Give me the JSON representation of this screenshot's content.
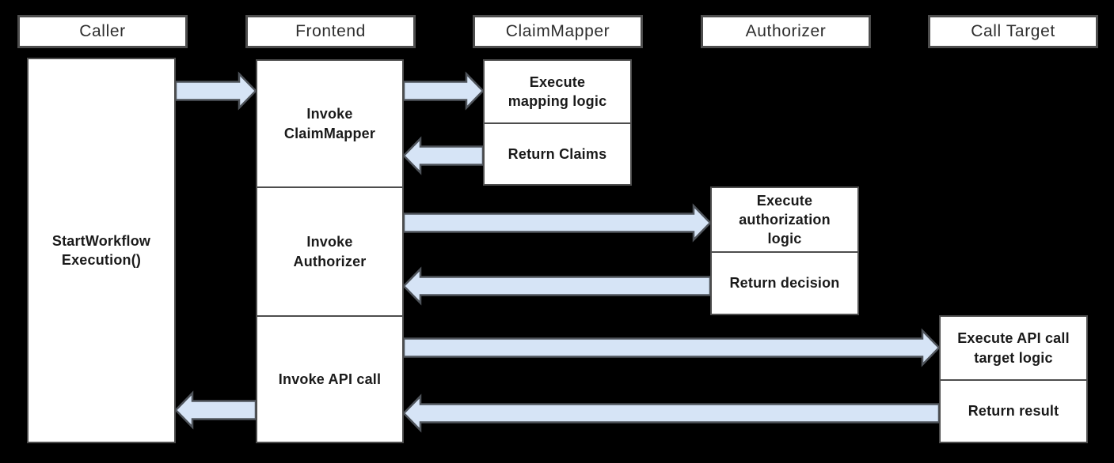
{
  "colors": {
    "background": "#000000",
    "box_fill": "#ffffff",
    "box_border": "#4d4d4d",
    "arrow_fill": "#d6e4f6",
    "arrow_border": "#4f545b",
    "text": "#1a1a1a"
  },
  "columns": [
    {
      "label": "Caller"
    },
    {
      "label": "Frontend"
    },
    {
      "label": "ClaimMapper"
    },
    {
      "label": "Authorizer"
    },
    {
      "label": "Call Target"
    }
  ],
  "lanes": {
    "caller": {
      "activity": "StartWorkflow\nExecution()"
    },
    "frontend": {
      "steps": [
        "Invoke\nClaimMapper",
        "Invoke\nAuthorizer",
        "Invoke API call"
      ]
    },
    "claimmapper": {
      "steps": [
        "Execute\nmapping logic",
        "Return Claims"
      ]
    },
    "authorizer": {
      "steps": [
        "Execute\nauthorization\nlogic",
        "Return decision"
      ]
    },
    "call_target": {
      "steps": [
        "Execute API call\ntarget logic",
        "Return result"
      ]
    }
  },
  "arrows": [
    {
      "from": "Caller",
      "to": "Frontend",
      "direction": "right"
    },
    {
      "from": "Frontend",
      "to": "ClaimMapper",
      "direction": "right"
    },
    {
      "from": "ClaimMapper",
      "to": "Frontend",
      "direction": "left"
    },
    {
      "from": "Frontend",
      "to": "Authorizer",
      "direction": "right"
    },
    {
      "from": "Authorizer",
      "to": "Frontend",
      "direction": "left"
    },
    {
      "from": "Frontend",
      "to": "Call Target",
      "direction": "right"
    },
    {
      "from": "Call Target",
      "to": "Frontend",
      "direction": "left"
    },
    {
      "from": "Frontend",
      "to": "Caller",
      "direction": "left"
    }
  ]
}
